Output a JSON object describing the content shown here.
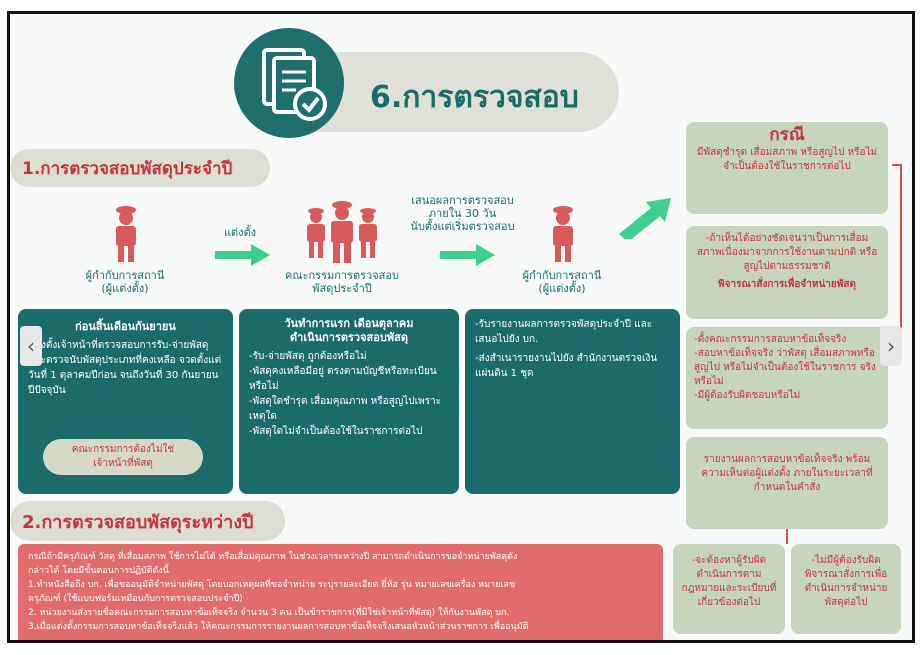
{
  "header": {
    "title": "6.การตรวจสอบ"
  },
  "section1": {
    "title": "1.การตรวจสอบพัสดุประจำปี"
  },
  "section2": {
    "title": "2.การตรวจสอบพัสดุระหว่างปี"
  },
  "flow": {
    "person1": "ผู้กำกับการสถานี\n(ผู้แต่งตั้ง)",
    "arrow1": "แต่งตั้ง",
    "committee": "คณะกรรมการตรวจสอบ\nพัสดุประจำปี",
    "arrow2": "เสนอผลการตรวจสอบ\nภายใน 30 วัน\nนับตั้งแต่เริ่มตรวจสอบ",
    "person2": "ผู้กำกับการสถานี\n(ผู้แต่งตั้ง)"
  },
  "box1": {
    "heading": "ก่อนสิ้นเดือนกันยายน",
    "body": "แต่งตั้งเจ้าหน้าที่ตรวจสอบการรับ-จ่ายพัสดุและตรวจนับพัสดุประเภทที่คงเหลือ จวดตั้งแต่ วันที่ 1 ตุลาคมปีก่อน จนถึงวันที่ 30 กันยายน ปีปัจจุบัน",
    "note": "คณะกรรมการต้องไม่ใช่\nเจ้าหน้าที่พัสดุ"
  },
  "box2": {
    "heading": "วันทำการแรก เดือนตุลาคม\nดำเนินการตรวจสอบพัสดุ",
    "items": [
      "-รับ-จ่ายพัสดุ ถูกต้องหรือไม่",
      "-พัสดุคงเหลือมีอยู่ ตรงตามบัญชีหรือทะเบียนหรือไม่",
      "-พัสดุใดชำรุด เสื่อมคุณภาพ หรือสูญไปเพราะเหตุใด",
      "-พัสดุใดไม่จำเป็นต้องใช้ในราชการต่อไป"
    ]
  },
  "box3": {
    "items": [
      "-รับรายงานผลการตรวจพัสดุประจำปี และเสนอไปยัง บก.",
      "-ส่งสำเนารายงานไปยัง สำนักงานตรวจเงินแผ่นดิน 1 ชุด"
    ]
  },
  "cases": {
    "title": "กรณี",
    "intro": "มีพัสดุชำรุด เสื่อมสภาพ หรือสูญไป หรือไม่จำเป็นต้องใช้ในราชการต่อไป",
    "case1": "-ถ้าเห็นได้อย่างชัดเจนว่าเป็นการเสื่อมสภาพเนื่องมาจากการใช้งานตามปกติ หรือสูญไปตามธรรมชาติ",
    "case1_action": "พิจารณาสั่งการเพื่อจำหน่ายพัสดุ",
    "case2": "-ตั้งคณะกรรมการสอบหาข้อเท็จจริง\n-สอบหาข้อเท็จจริง ว่าพัสดุ เสื่อมสภาพหรือสูญไป หรือไม่จำเป็นต้องใช้ในราชการ จริงหรือไม่\n-มีผู้ต้องรับผิดชอบหรือไม่",
    "case3": "รายงานผลการสอบหาข้อเท็จจริง พร้อมความเห็นต่อผู้แต่งตั้ง ภายในระยะเวลาที่กำหนดในคำสั่ง",
    "outcome1": "-จะต้องหาผู้รับผิด ดำเนินการตามกฎหมายและระเบียบที่เกี่ยวข้องต่อไป",
    "outcome2": "-ไม่มีผู้ต้องรับผิด พิจารณาสั่งการเพื่อดำเนินการจำหน่ายพัสดุต่อไป"
  },
  "bottom": {
    "lines": [
      "กรณีถ้ามีครุภัณฑ์ วัสดุ ที่เสื่อมสภาพ ใช้การไม่ได้ หรือเสื่อมคุณภาพ ในช่วงเวลาระหว่างปี สามารถดำเนินการขอจำหน่ายพัสดุดัง",
      "กล่าวได้ โดยมีขั้นตอนการปฏิบัติดังนี้",
      "1.ทำหนังสือถึง บก. เพื่อขออนุมัติจำหน่ายพัสดุ โดยบอกเหตุผลที่ขอจำหน่าย ระบุรายละเอียด ยี่ห้อ รุ่น หมายเลขเครื่อง หมายเลข",
      "ครุภัณฑ์ (ใช้แบบฟอร์มเหมือนกับการตรวจสอบประจำปี)",
      "2. หน่วยงานส่งรายชื่อคณะกรรมการสอบหาข้อเท็จจริง จำนวน 3 คน เป็นข้าราชการ(ที่มิใช่เจ้าหน้าที่พัสดุ) ให้กับงานพัสดุ บก.",
      "3.เมื่อแต่งตั้งกรรมการสอบหาข้อเท็จจริงแล้ว ให้คณะกรรมการรายงานผลการสอบหาข้อเท็จจริงเสนอหัวหน้าส่วนราชการ เพื่ออนุมัติ"
    ]
  },
  "nav": {
    "prev": "‹",
    "next": "›"
  }
}
